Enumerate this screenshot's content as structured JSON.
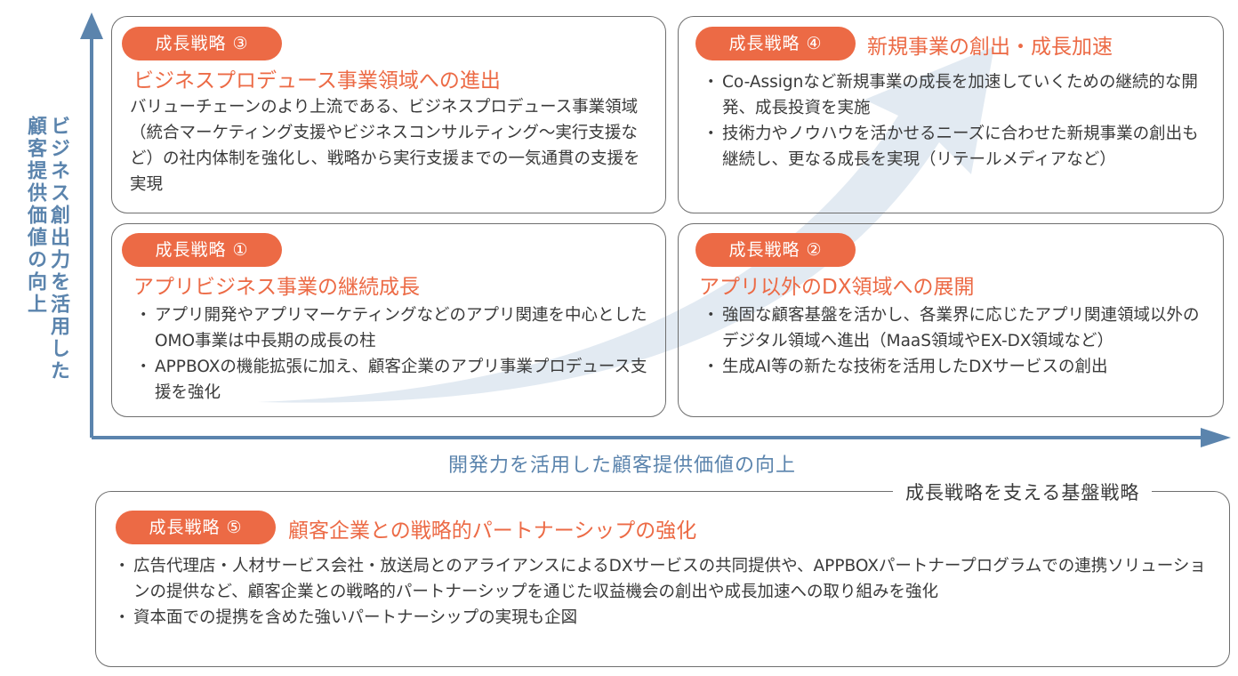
{
  "axes": {
    "y_label": "ビジネス創出力を活用した顧客提供価値の向上",
    "x_label": "開発力を活用した顧客提供価値の向上"
  },
  "colors": {
    "accent": "#ec6a45",
    "axis": "#5b84ad",
    "arrow_fill": "#dfe8f1"
  },
  "quadrants": {
    "q3": {
      "label": "成長戦略 ③",
      "title": "ビジネスプロデュース事業領域への進出",
      "body": "バリューチェーンのより上流である、ビジネスプロデュース事業領域（統合マーケティング支援やビジネスコンサルティング～実行支援など）の社内体制を強化し、戦略から実行支援までの一気通貫の支援を実現"
    },
    "q4": {
      "label": "成長戦略 ④",
      "title": "新規事業の創出・成長加速",
      "bullets": [
        "Co-Assignなど新規事業の成長を加速していくための継続的な開発、成長投資を実施",
        "技術力やノウハウを活かせるニーズに合わせた新規事業の創出も継続し、更なる成長を実現（リテールメディアなど）"
      ]
    },
    "q1": {
      "label": "成長戦略 ①",
      "title": "アプリビジネス事業の継続成長",
      "bullets": [
        "アプリ開発やアプリマーケティングなどのアプリ関連を中心としたOMO事業は中長期の成長の柱",
        "APPBOXの機能拡張に加え、顧客企業のアプリ事業プロデュース支援を強化"
      ]
    },
    "q2": {
      "label": "成長戦略 ②",
      "title": "アプリ以外のDX領域への展開",
      "bullets": [
        "強固な顧客基盤を活かし、各業界に応じたアプリ関連領域以外のデジタル領域へ進出（MaaS領域やEX-DX領域など）",
        "生成AI等の新たな技術を活用したDXサービスの創出"
      ]
    }
  },
  "foundation": {
    "section_title": "成長戦略を支える基盤戦略",
    "label": "成長戦略 ⑤",
    "title": "顧客企業との戦略的パートナーシップの強化",
    "bullets": [
      "広告代理店・人材サービス会社・放送局とのアライアンスによるDXサービスの共同提供や、APPBOXパートナープログラムでの連携ソリューションの提供など、顧客企業との戦略的パートナーシップを通じた収益機会の創出や成長加速への取り組みを強化",
      "資本面での提携を含めた強いパートナーシップの実現も企図"
    ]
  }
}
